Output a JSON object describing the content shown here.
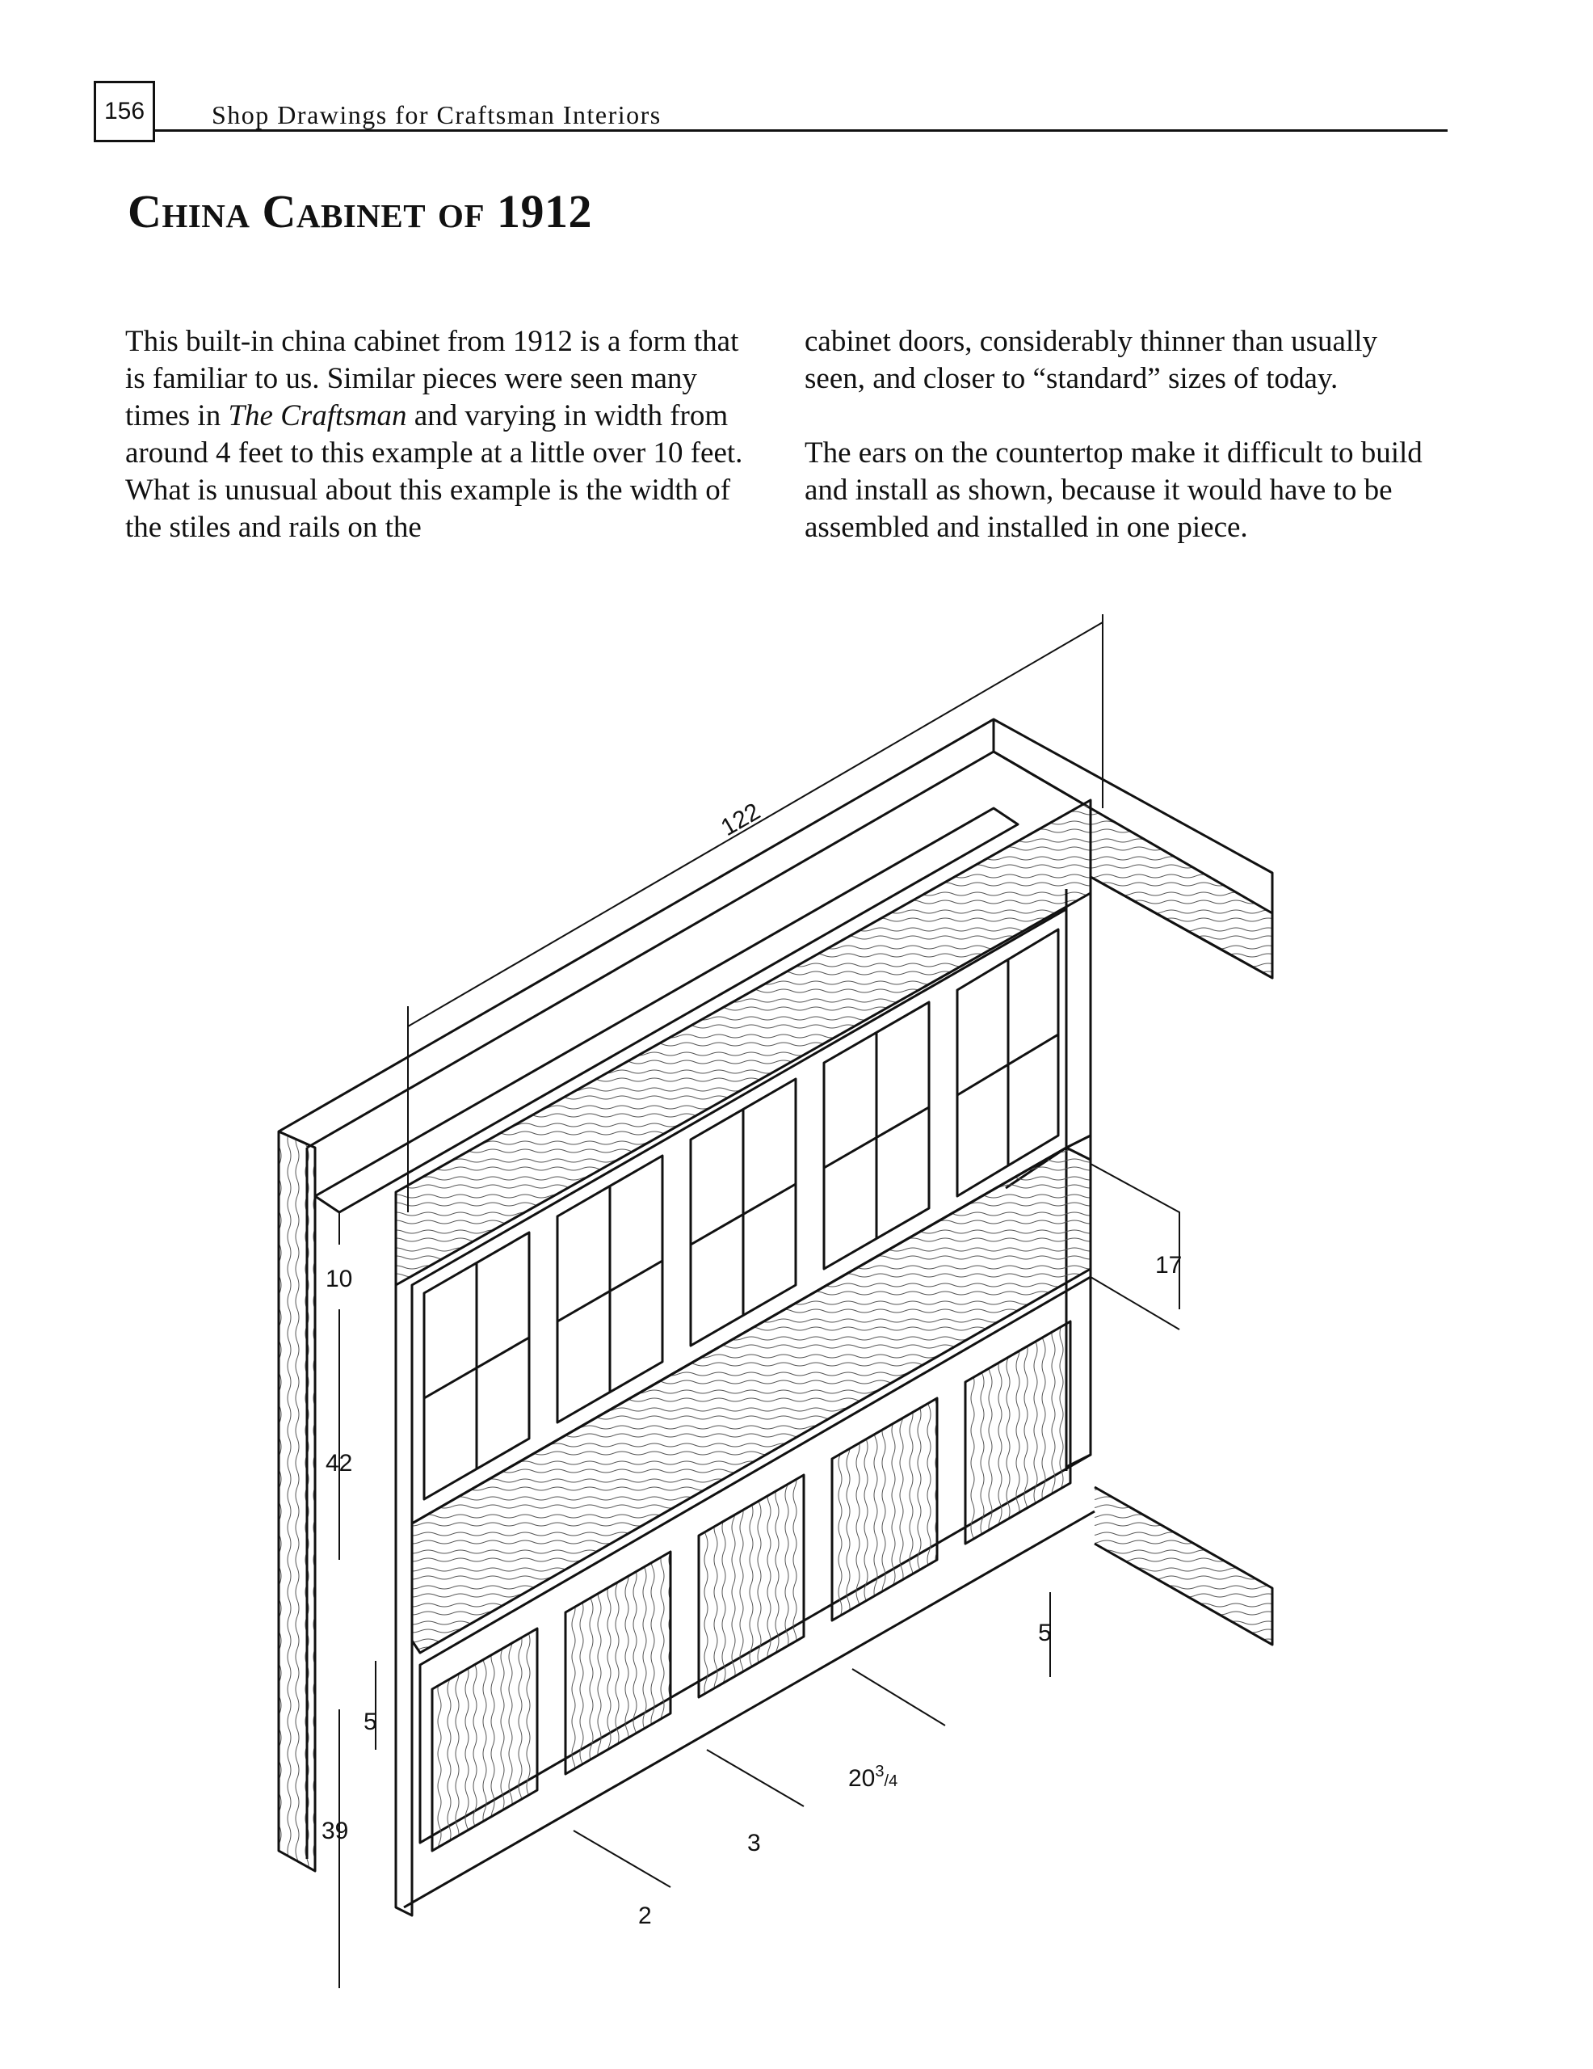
{
  "header": {
    "page_number": "156",
    "running_head": "Shop Drawings for Craftsman Interiors"
  },
  "title": "China Cabinet of 1912",
  "body": {
    "left_column": {
      "part1": "This built-in china cabinet from 1912 is a form that is familiar to us. Similar pieces were seen many times in ",
      "italic": "The Craftsman",
      "part2": " and varying in width from around 4 feet to this example at a little over 10 feet. What is unusual about this example is the width of the stiles and rails on the"
    },
    "right_column": {
      "para1": "cabinet doors, considerably thinner than usually seen, and closer to “standard” sizes of today.",
      "para2": "The ears on the countertop make it difficult to build and install as shown, because it would have to be assembled and installed in one piece."
    }
  },
  "drawing": {
    "dimensions": {
      "overall_width": "122",
      "top_gap": "10",
      "upper_height": "42",
      "upper_depth": "17",
      "lower_height": "39",
      "rail_left": "5",
      "rail_right": "5",
      "door_width_whole": "20",
      "door_width_num": "3",
      "door_width_den": "4",
      "stile_width": "3",
      "edge_width": "2"
    }
  }
}
